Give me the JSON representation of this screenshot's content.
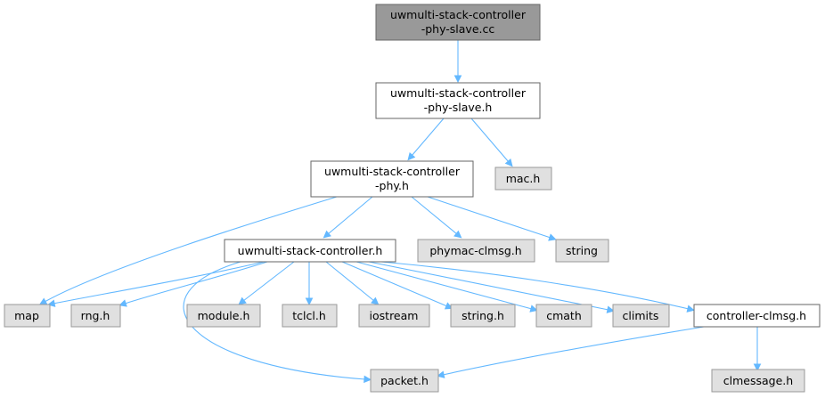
{
  "graph": {
    "nodes": {
      "root_cc": {
        "lines": [
          "uwmulti-stack-controller",
          "-phy-slave.cc"
        ],
        "kind": "root"
      },
      "slave_h": {
        "lines": [
          "uwmulti-stack-controller",
          "-phy-slave.h"
        ],
        "kind": "documented"
      },
      "mac_h": {
        "lines": [
          "mac.h"
        ],
        "kind": "external"
      },
      "phy_h": {
        "lines": [
          "uwmulti-stack-controller",
          "-phy.h"
        ],
        "kind": "documented"
      },
      "controller_h": {
        "lines": [
          "uwmulti-stack-controller.h"
        ],
        "kind": "documented"
      },
      "phymac_h": {
        "lines": [
          "phymac-clmsg.h"
        ],
        "kind": "external"
      },
      "string": {
        "lines": [
          "string"
        ],
        "kind": "external"
      },
      "map": {
        "lines": [
          "map"
        ],
        "kind": "external"
      },
      "rng_h": {
        "lines": [
          "rng.h"
        ],
        "kind": "external"
      },
      "module_h": {
        "lines": [
          "module.h"
        ],
        "kind": "external"
      },
      "tclcl_h": {
        "lines": [
          "tclcl.h"
        ],
        "kind": "external"
      },
      "iostream": {
        "lines": [
          "iostream"
        ],
        "kind": "external"
      },
      "string_h": {
        "lines": [
          "string.h"
        ],
        "kind": "external"
      },
      "cmath": {
        "lines": [
          "cmath"
        ],
        "kind": "external"
      },
      "climits": {
        "lines": [
          "climits"
        ],
        "kind": "external"
      },
      "ctrl_clmsg": {
        "lines": [
          "controller-clmsg.h"
        ],
        "kind": "documented"
      },
      "packet_h": {
        "lines": [
          "packet.h"
        ],
        "kind": "external"
      },
      "clmessage_h": {
        "lines": [
          "clmessage.h"
        ],
        "kind": "external"
      }
    },
    "edges": [
      [
        "root_cc",
        "slave_h"
      ],
      [
        "slave_h",
        "phy_h"
      ],
      [
        "slave_h",
        "mac_h"
      ],
      [
        "phy_h",
        "map"
      ],
      [
        "phy_h",
        "controller_h"
      ],
      [
        "phy_h",
        "phymac_h"
      ],
      [
        "phy_h",
        "string"
      ],
      [
        "controller_h",
        "map"
      ],
      [
        "controller_h",
        "rng_h"
      ],
      [
        "controller_h",
        "module_h"
      ],
      [
        "controller_h",
        "tclcl_h"
      ],
      [
        "controller_h",
        "iostream"
      ],
      [
        "controller_h",
        "string_h"
      ],
      [
        "controller_h",
        "cmath"
      ],
      [
        "controller_h",
        "climits"
      ],
      [
        "controller_h",
        "ctrl_clmsg"
      ],
      [
        "controller_h",
        "packet_h"
      ],
      [
        "ctrl_clmsg",
        "packet_h"
      ],
      [
        "ctrl_clmsg",
        "clmessage_h"
      ]
    ]
  }
}
